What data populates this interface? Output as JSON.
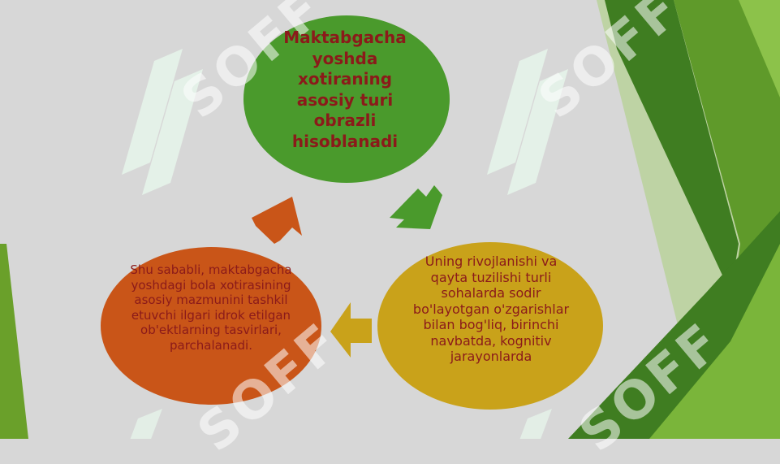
{
  "diagram": {
    "nodes": [
      {
        "id": "top",
        "text": "Maktabgacha yoshda xotiraning asosiy turi obrazli hisoblanadi",
        "color": "#4a9a2c"
      },
      {
        "id": "right",
        "text": "Uning rivojlanishi va qayta tuzilishi turli sohalarda sodir bo'layotgan o'zgarishlar bilan bog'liq, birinchi navbatda, kognitiv jarayonlarda",
        "color": "#c9a21a"
      },
      {
        "id": "left",
        "text": "Shu sababli, maktabgacha yoshdagi bola xotirasining asosiy mazmunini tashkil etuvchi ilgari idrok etilgan ob'ektlarning tasvirlari, parchalanadi.",
        "color": "#c95518"
      }
    ],
    "arrows": [
      {
        "from": "top",
        "to": "right",
        "color": "#4a9a2c"
      },
      {
        "from": "right",
        "to": "left",
        "color": "#c9a21a"
      },
      {
        "from": "left",
        "to": "top",
        "color": "#c95518"
      }
    ],
    "text_color": "#8b1a1a"
  },
  "watermark": {
    "text": "SOFF",
    "icon": "logo-icon"
  }
}
